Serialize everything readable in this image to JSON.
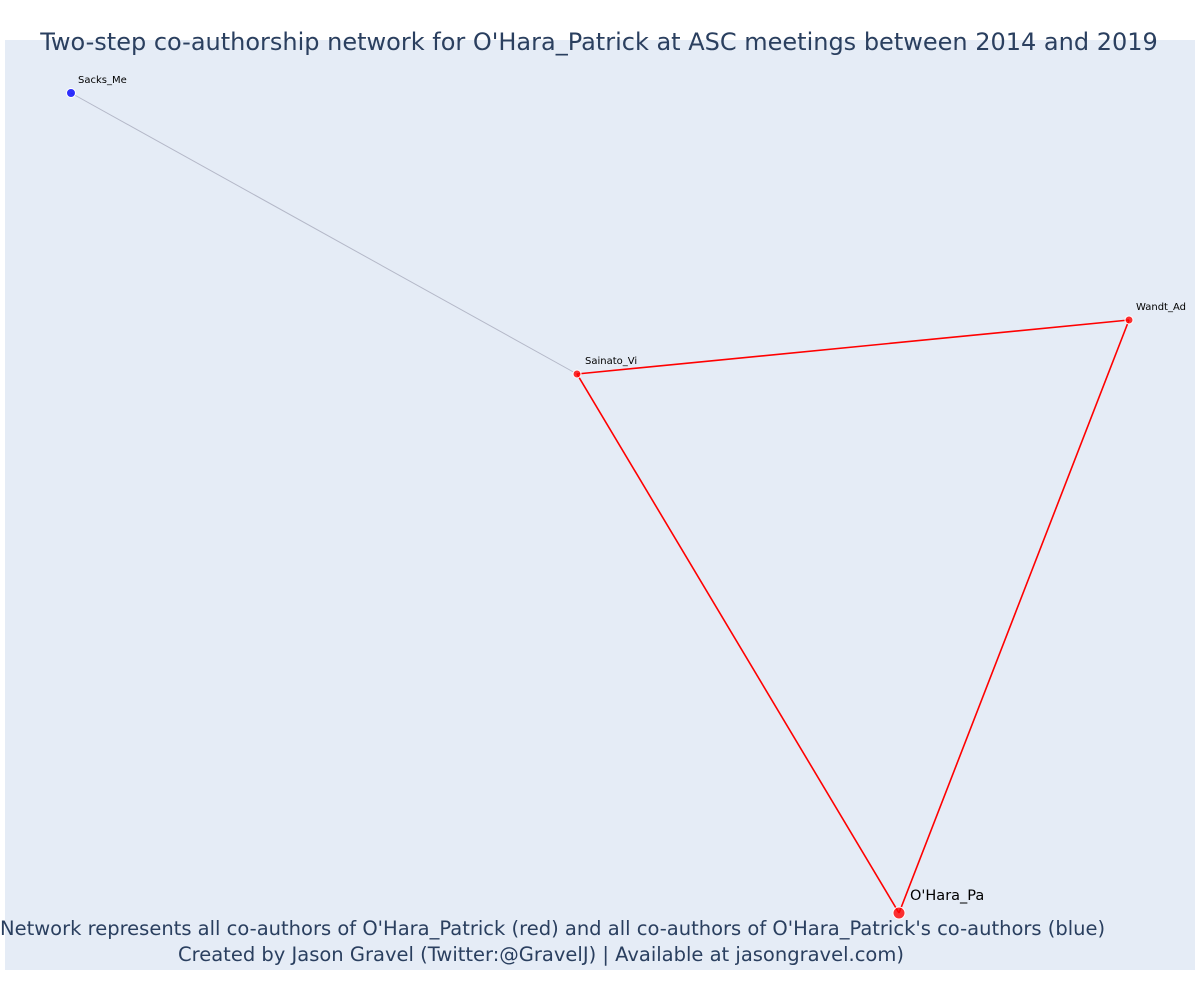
{
  "title": "Two-step co-authorship network for O'Hara_Patrick at ASC meetings between 2014 and 2019",
  "caption": {
    "line1": "Network represents all co-authors of O'Hara_Patrick (red) and all co-authors of O'Hara_Patrick's co-authors (blue)",
    "line2": "Created by Jason Gravel (Twitter:@GravelJ) | Available at jasongravel.com)"
  },
  "colors": {
    "background": "#e5ecf6",
    "first_degree": "#ff0000",
    "second_degree": "#0000ff",
    "second_degree_edge": "#b4b8c8",
    "text": "#2a3f5f"
  },
  "nodes": [
    {
      "id": "OHara_Pa",
      "label": "O'Hara_Pa",
      "group": "ego"
    },
    {
      "id": "Sainato_Vi",
      "label": "Sainato_Vi",
      "group": "first_degree"
    },
    {
      "id": "Wandt_Ad",
      "label": "Wandt_Ad",
      "group": "first_degree"
    },
    {
      "id": "Sacks_Me",
      "label": "Sacks_Me",
      "group": "second_degree"
    }
  ],
  "edges": [
    {
      "source": "Sacks_Me",
      "target": "Sainato_Vi",
      "type": "second_degree"
    },
    {
      "source": "Sainato_Vi",
      "target": "Wandt_Ad",
      "type": "first_degree"
    },
    {
      "source": "Sainato_Vi",
      "target": "OHara_Pa",
      "type": "first_degree"
    },
    {
      "source": "Wandt_Ad",
      "target": "OHara_Pa",
      "type": "first_degree"
    }
  ]
}
